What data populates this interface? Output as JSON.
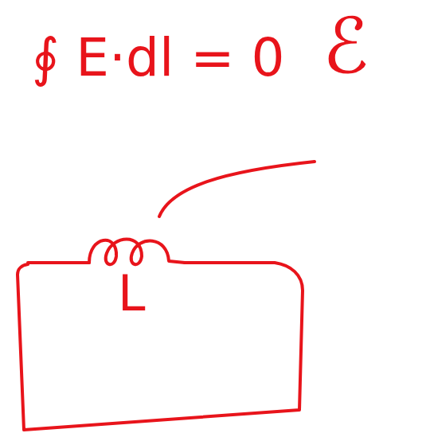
{
  "diagram": {
    "labels": [
      "∮ E·dl = 0",
      "ℰ",
      "L"
    ]
  }
}
